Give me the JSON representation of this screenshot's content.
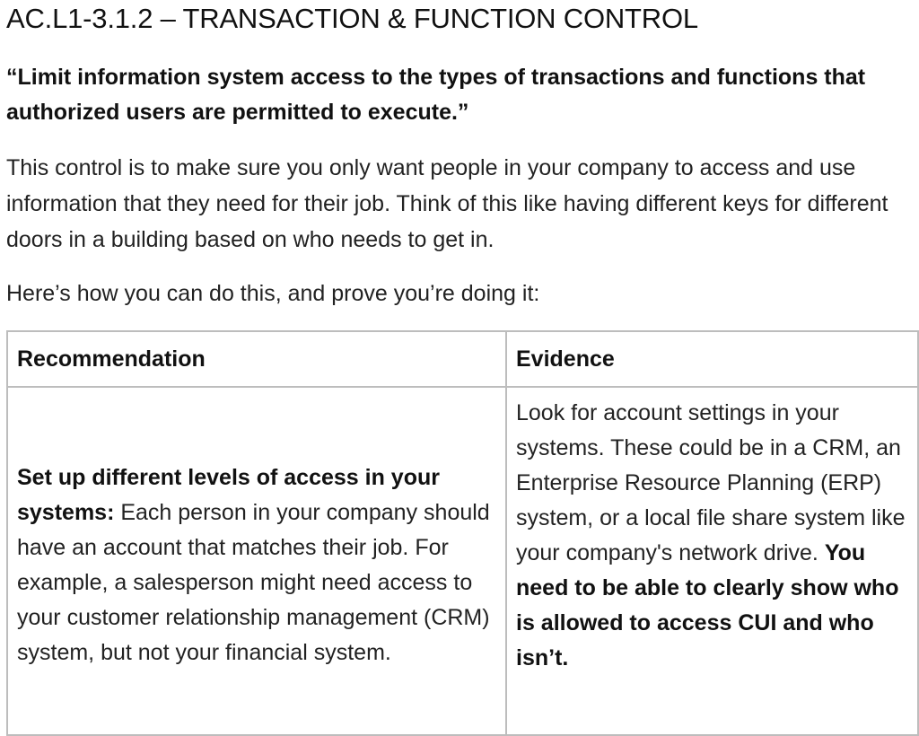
{
  "document": {
    "title": "AC.L1-3.1.2 – TRANSACTION & FUNCTION CONTROL",
    "quote": "“Limit information system access to the types of transactions and functions that authorized users are permitted to execute.”",
    "intro": "This control is to make sure you only want people in your company to access and use information that they need for their job. Think of this like having different keys for different doors in a building based on who needs to get in.",
    "lead": "Here’s how you can do this, and prove you’re doing it:"
  },
  "table": {
    "headers": [
      "Recommendation",
      "Evidence"
    ],
    "rows": [
      {
        "recommendation_bold": "Set up different levels of access in your systems:",
        "recommendation_text": " Each person in your company should have an account that matches their job. For example, a salesperson might need access to your customer relationship management (CRM) system, but not your financial system.",
        "evidence_text": "Look for account settings in your systems. These could be in a CRM, an Enterprise Resource Planning (ERP) system, or a local file share system like your company's network drive.  ",
        "evidence_bold": "You need to be able to clearly show who is allowed to access CUI and who isn’t."
      }
    ]
  }
}
